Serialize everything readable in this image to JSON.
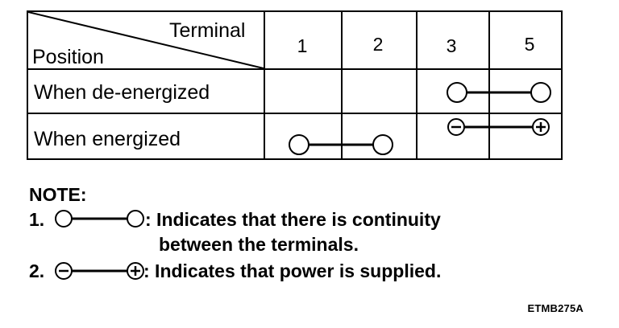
{
  "table": {
    "corner_top": "Terminal",
    "corner_bottom": "Position",
    "terminals": [
      "1",
      "2",
      "3",
      "5"
    ],
    "rows": [
      {
        "label": "When de-energized",
        "connection": "continuity",
        "terminals": [
          "3",
          "5"
        ]
      },
      {
        "label": "When energized",
        "connections": [
          {
            "type": "continuity",
            "terminals": [
              "1",
              "2"
            ]
          },
          {
            "type": "power",
            "terminals": [
              "3",
              "5"
            ],
            "polarity": [
              "-",
              "+"
            ]
          }
        ]
      }
    ]
  },
  "notes": {
    "title": "NOTE:",
    "item1_num": "1.",
    "item1_text_line1": ": Indicates that there is continuity",
    "item1_text_line2": "between the terminals.",
    "item2_num": "2.",
    "item2_text": ": Indicates that power is supplied.",
    "symbols": [
      "continuity-symbol",
      "power-symbol"
    ]
  },
  "figure_code": "ETMB275A"
}
